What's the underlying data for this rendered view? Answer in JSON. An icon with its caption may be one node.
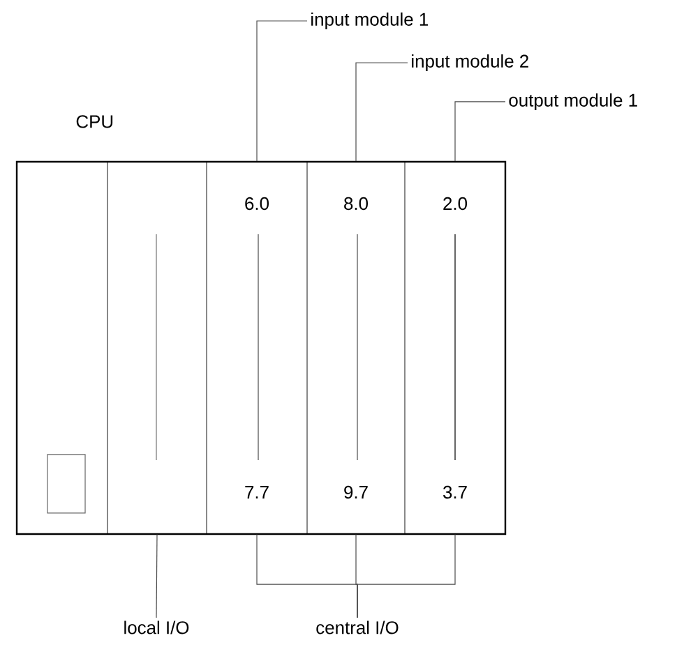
{
  "diagram": {
    "nodes": [
      {
        "text": [
          "CPU"
        ]
      },
      {
        "text": [],
        "shape": "box"
      },
      {
        "text": [
          "6.0",
          "7.7"
        ]
      },
      {
        "text": [
          "8.0",
          "9.7"
        ]
      },
      {
        "text": [
          "2.0",
          "3.7"
        ]
      },
      {
        "text": [
          "input module 1"
        ]
      },
      {
        "text": [
          "input module 2"
        ]
      },
      {
        "text": [
          "output module 1"
        ]
      },
      {
        "text": [
          "local I/O"
        ]
      },
      {
        "text": [
          "central I/O"
        ]
      }
    ],
    "edges": [
      {
        "from": 5,
        "to": 2,
        "arrow": "none"
      },
      {
        "from": 6,
        "to": 3,
        "arrow": "none"
      },
      {
        "from": 7,
        "to": 4,
        "arrow": "none"
      },
      {
        "from": 8,
        "to": 1,
        "arrow": "none"
      },
      {
        "from": 9,
        "to": 2,
        "arrow": "none"
      },
      {
        "from": 9,
        "to": 3,
        "arrow": "none"
      },
      {
        "from": 9,
        "to": 4,
        "arrow": "none"
      }
    ]
  }
}
